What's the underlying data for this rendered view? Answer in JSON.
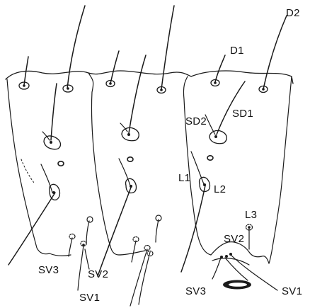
{
  "figure": {
    "description_labels": {
      "d1": "D1",
      "d2": "D2",
      "sd1": "SD1",
      "sd2": "SD2",
      "l1": "L1",
      "l2": "L2",
      "l3": "L3",
      "sv1_left": "SV1",
      "sv2_left": "SV2",
      "sv3_left": "SV3",
      "sv1_right": "SV1",
      "sv2_right": "SV2",
      "sv3_right": "SV3"
    },
    "colors": {
      "ink": "#1a1a1a",
      "background": "#ffffff"
    }
  }
}
